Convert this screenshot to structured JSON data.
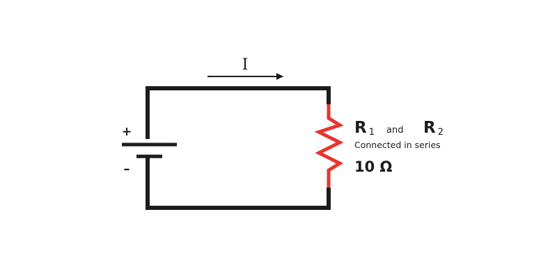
{
  "colors": {
    "wire": "#1c1c1c",
    "resistor": "#e8352e",
    "background": "#ffffff"
  },
  "current": {
    "label": "I",
    "direction": "right"
  },
  "battery": {
    "positive_label": "+",
    "negative_label": "–"
  },
  "resistor": {
    "r1_letter": "R",
    "r1_sub": "1",
    "and_word": "and",
    "r2_letter": "R",
    "r2_sub": "2",
    "description": "Connected in series",
    "value": "10 Ω"
  }
}
